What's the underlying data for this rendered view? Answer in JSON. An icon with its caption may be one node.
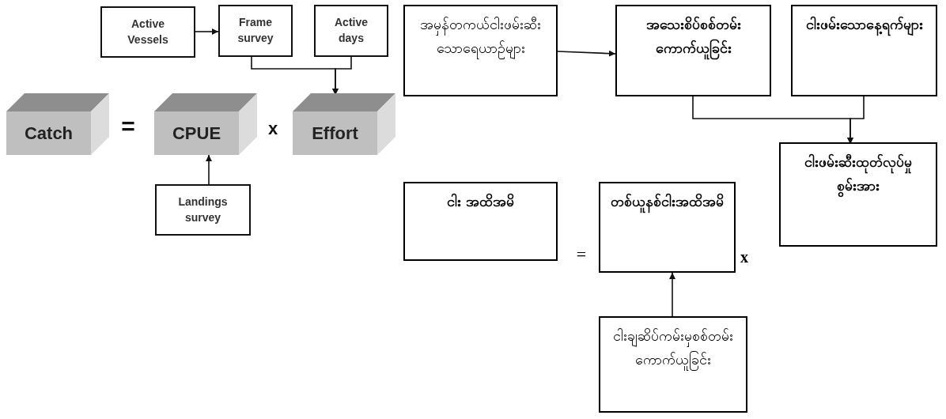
{
  "diagram": {
    "nodes": [
      {
        "text": [
          "Active Vessels"
        ]
      },
      {
        "text": [
          "Frame survey"
        ]
      },
      {
        "text": [
          "Active days"
        ]
      },
      {
        "text": [
          "Catch"
        ]
      },
      {
        "text": [
          "CPUE"
        ]
      },
      {
        "text": [
          "Effort"
        ]
      },
      {
        "text": [
          "Landings survey"
        ]
      },
      {
        "text": [
          "အမှန်တကယ်ငါးဖမ်းဆီး သောရေယာဉ်များ"
        ]
      },
      {
        "text": [
          "အသေးစိပ်စစ်တမ်းကောက်ယူခြင်း"
        ]
      },
      {
        "text": [
          "ငါးဖမ်းသောနေ့ရက်များ"
        ]
      },
      {
        "text": [
          "ငါး အထိအမိ"
        ]
      },
      {
        "text": [
          "တစ်ယူနစ်ငါးအထိအမိ"
        ]
      },
      {
        "text": [
          "ငါးဖမ်းဆီးထုတ်လုပ်မှုစွမ်းအား"
        ]
      },
      {
        "text": [
          "ငါးချဆိပ်ကမ်းမှစစ်တမ်းကောက်ယူခြင်း"
        ]
      }
    ],
    "edges": [
      {
        "from": 0,
        "to": 1,
        "arrow": "to"
      },
      {
        "from": 1,
        "to": 5,
        "arrow": "to"
      },
      {
        "from": 2,
        "to": 5,
        "arrow": "to"
      },
      {
        "from": 6,
        "to": 4,
        "arrow": "to"
      },
      {
        "from": 7,
        "to": 8,
        "arrow": "to"
      },
      {
        "from": 8,
        "to": 12,
        "arrow": "to"
      },
      {
        "from": 9,
        "to": 12,
        "arrow": "to"
      },
      {
        "from": 13,
        "to": 11,
        "arrow": "to"
      }
    ],
    "labels": [
      "=",
      "x",
      "=",
      "x"
    ]
  }
}
